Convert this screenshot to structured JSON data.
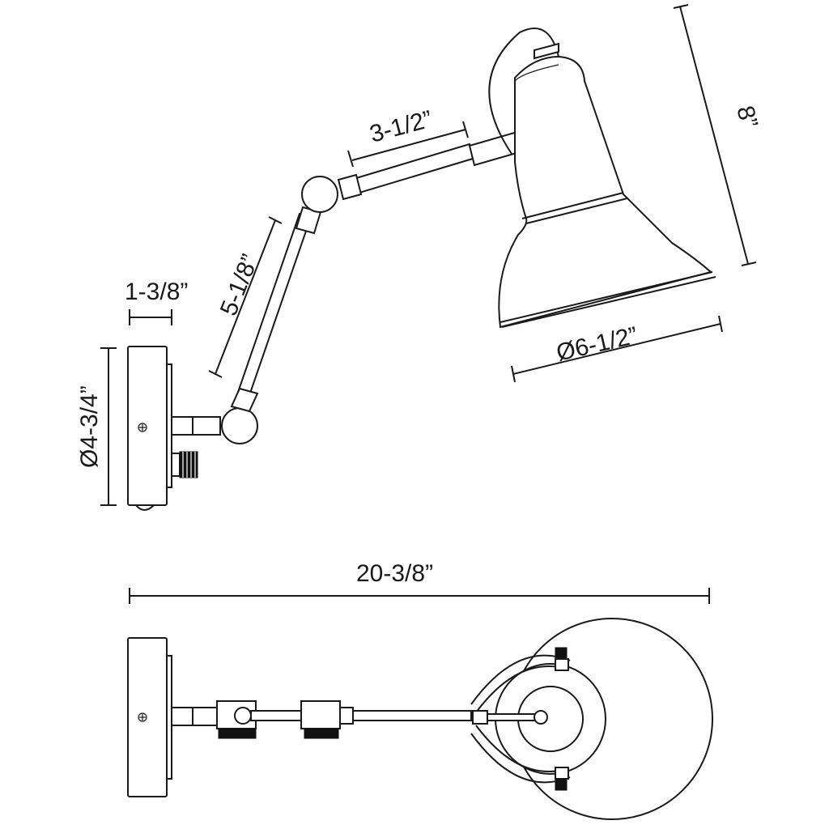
{
  "dimensions": {
    "arm_upper": "3-1/2”",
    "arm_lower": "5-1/8”",
    "backplate_depth": "1-3/8”",
    "backplate_diameter": "Ø4-3/4”",
    "shade_height": "8”",
    "shade_diameter": "Ø6-1/2”",
    "overall_extension": "20-3/8”"
  }
}
